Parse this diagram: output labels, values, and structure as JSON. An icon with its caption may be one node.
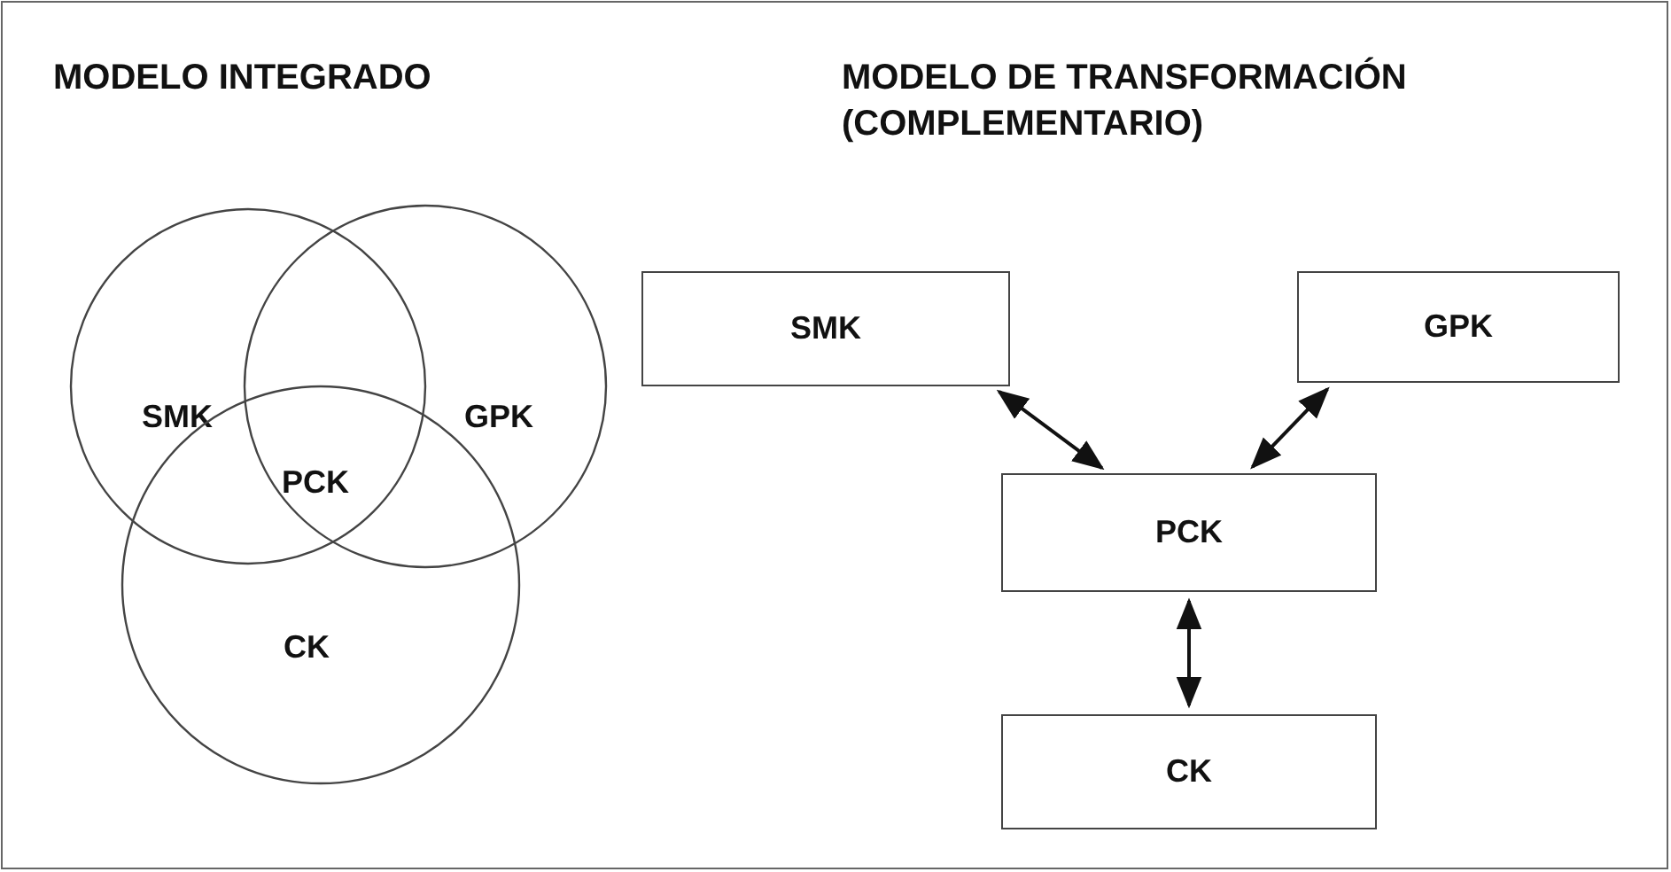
{
  "diagram": {
    "nodes": [
      {
        "text": [
          "SMK"
        ]
      },
      {
        "text": [
          "GPK"
        ]
      },
      {
        "text": [
          "CK"
        ]
      },
      {
        "text": [
          "SMK"
        ]
      },
      {
        "text": [
          "GPK"
        ]
      },
      {
        "text": [
          "PCK"
        ]
      },
      {
        "text": [
          "CK"
        ]
      }
    ],
    "edges": [
      {
        "from": 3,
        "to": 5,
        "arrow": "both"
      },
      {
        "from": 4,
        "to": 5,
        "arrow": "both"
      },
      {
        "from": 5,
        "to": 6,
        "arrow": "both"
      }
    ],
    "labels": [
      "MODELO INTEGRADO",
      "MODELO DE TRANSFORMACIÓN (COMPLEMENTARIO)",
      "PCK"
    ]
  }
}
